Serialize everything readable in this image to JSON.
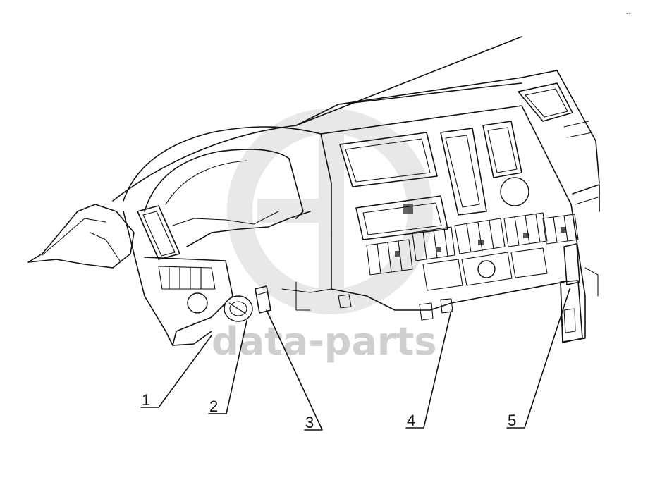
{
  "watermark": {
    "text": "data-parts",
    "color": "#cfcfcf"
  },
  "corner_mark": "--",
  "callouts": [
    {
      "id": "1",
      "label": "1"
    },
    {
      "id": "2",
      "label": "2"
    },
    {
      "id": "3",
      "label": "3"
    },
    {
      "id": "4",
      "label": "4"
    },
    {
      "id": "5",
      "label": "5"
    }
  ]
}
